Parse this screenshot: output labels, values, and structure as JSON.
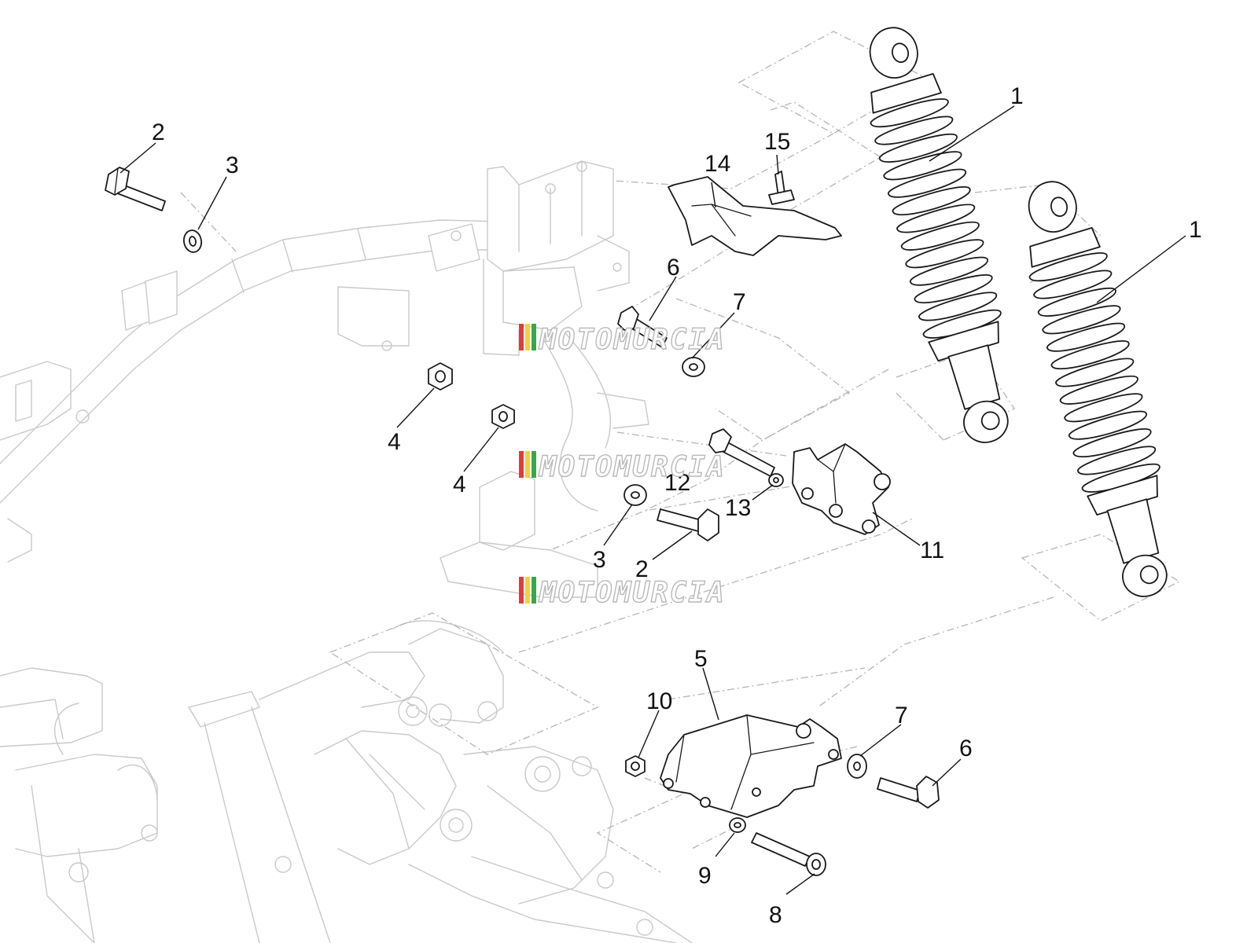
{
  "diagram": {
    "callouts": [
      {
        "id": "c1a",
        "label": "1"
      },
      {
        "id": "c1b",
        "label": "1"
      },
      {
        "id": "c2a",
        "label": "2"
      },
      {
        "id": "c2b",
        "label": "2"
      },
      {
        "id": "c3a",
        "label": "3"
      },
      {
        "id": "c3b",
        "label": "3"
      },
      {
        "id": "c4a",
        "label": "4"
      },
      {
        "id": "c4b",
        "label": "4"
      },
      {
        "id": "c5",
        "label": "5"
      },
      {
        "id": "c6a",
        "label": "6"
      },
      {
        "id": "c6b",
        "label": "6"
      },
      {
        "id": "c7a",
        "label": "7"
      },
      {
        "id": "c7b",
        "label": "7"
      },
      {
        "id": "c8",
        "label": "8"
      },
      {
        "id": "c9",
        "label": "9"
      },
      {
        "id": "c10",
        "label": "10"
      },
      {
        "id": "c11",
        "label": "11"
      },
      {
        "id": "c12",
        "label": "12"
      },
      {
        "id": "c13",
        "label": "13"
      },
      {
        "id": "c14",
        "label": "14"
      },
      {
        "id": "c15",
        "label": "15"
      }
    ]
  },
  "watermark": {
    "text": "MOTOMURCIA",
    "stripe_colors": [
      "#e23b3b",
      "#f1d23a",
      "#3aa64a"
    ]
  }
}
